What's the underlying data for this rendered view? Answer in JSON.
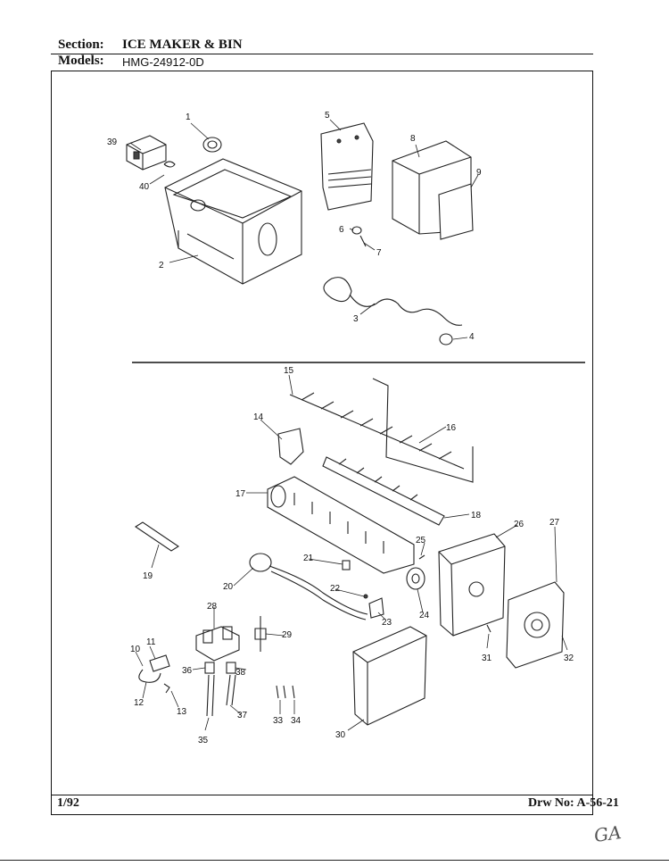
{
  "header": {
    "section_label": "Section:",
    "section_value": "ICE MAKER & BIN",
    "models_label": "Models:",
    "models_value": "HMG-24912-0D"
  },
  "footer": {
    "date": "1/92",
    "drawing_label": "Drw No:",
    "drawing_number": "A-56-21"
  },
  "handwritten_note": "GA",
  "part_callouts": [
    "1",
    "2",
    "3",
    "4",
    "5",
    "6",
    "7",
    "8",
    "9",
    "10",
    "11",
    "12",
    "13",
    "14",
    "15",
    "16",
    "17",
    "18",
    "19",
    "20",
    "21",
    "22",
    "23",
    "24",
    "25",
    "26",
    "27",
    "28",
    "29",
    "30",
    "31",
    "32",
    "33",
    "34",
    "35",
    "36",
    "37",
    "38",
    "39",
    "40"
  ]
}
